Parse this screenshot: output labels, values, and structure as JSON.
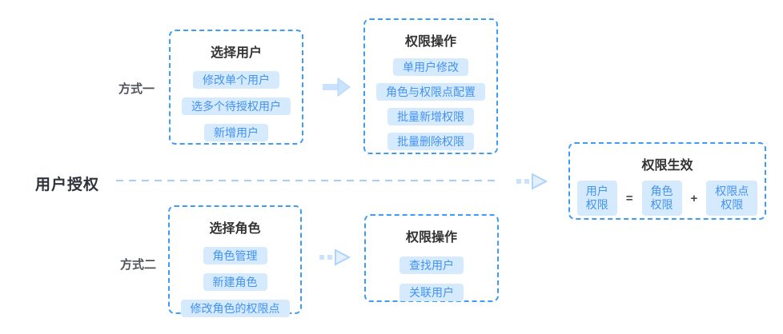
{
  "colors": {
    "canvas-bg": "#ffffff",
    "box-border": "#3D9DF6",
    "box-bg": "#ffffff",
    "chip-bg": "#D6EAFE",
    "chip-text": "#4292F2",
    "box-title": "#333333",
    "method-label": "#4F5359",
    "main-label": "#2E323B",
    "divider-line": "#A9CEF8",
    "arrow-fill": "#C9E2FE",
    "arrow-head-fill": "#E4F0FE",
    "arrow-stroke": "#AFD3FA",
    "operator": "#4A4A4A"
  },
  "main_label": "用户授权",
  "method1_label": "方式一",
  "method2_label": "方式二",
  "boxes": {
    "select_user": {
      "title": "选择用户",
      "items": [
        "修改单个用户",
        "选多个待授权用户",
        "新增用户"
      ]
    },
    "perm_ops_top": {
      "title": "权限操作",
      "items": [
        "单用户修改",
        "角色与权限点配置",
        "批量新增权限",
        "批量删除权限"
      ]
    },
    "select_role": {
      "title": "选择角色",
      "items": [
        "角色管理",
        "新建角色",
        "修改角色的权限点"
      ]
    },
    "perm_ops_bottom": {
      "title": "权限操作",
      "items": [
        "查找用户",
        "关联用户"
      ]
    },
    "perm_effective": {
      "title": "权限生效",
      "equation": {
        "user": {
          "line1": "用户",
          "line2": "权限"
        },
        "equals": "=",
        "role": {
          "line1": "角色",
          "line2": "权限"
        },
        "plus": "+",
        "point": {
          "line1": "权限点",
          "line2": "权限"
        }
      }
    }
  },
  "icons": {
    "solid_arrow": "arrow-right",
    "dashed_arrow": "dashed-arrow-right",
    "divider": "dashed-horizontal-line"
  }
}
